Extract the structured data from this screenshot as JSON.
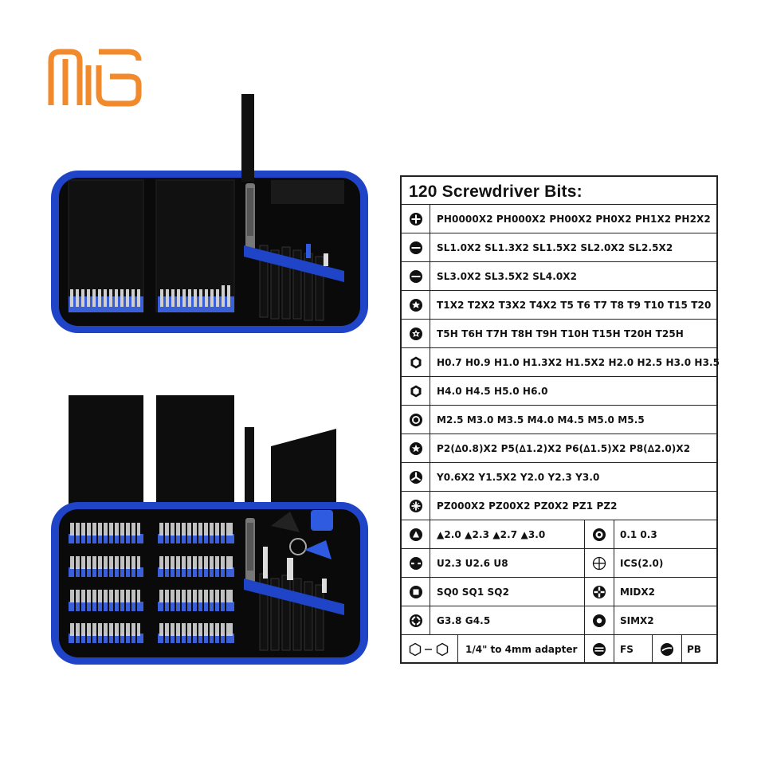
{
  "title": "120 Screwdriver Bits:",
  "rows": [
    {
      "icon": "phillips-icon",
      "text": "PH0000X2 PH000X2 PH00X2 PH0X2 PH1X2 PH2X2"
    },
    {
      "icon": "slotted-icon",
      "text": "SL1.0X2 SL1.3X2 SL1.5X2 SL2.0X2 SL2.5X2"
    },
    {
      "icon": "slotted-icon",
      "text": "SL3.0X2 SL3.5X2 SL4.0X2"
    },
    {
      "icon": "torx-icon",
      "text": "T1X2 T2X2 T3X2 T4X2 T5 T6 T7 T8 T9 T10 T15 T20"
    },
    {
      "icon": "torx-security-icon",
      "text": "T5H T6H T7H T8H T9H T10H T15H T20H T25H"
    },
    {
      "icon": "hex-icon",
      "text": "H0.7 H0.9 H1.0 H1.3X2 H1.5X2 H2.0 H2.5 H3.0 H3.5"
    },
    {
      "icon": "hex-icon",
      "text": "H4.0 H4.5 H5.0 H6.0"
    },
    {
      "icon": "hex-socket-icon",
      "text": "M2.5 M3.0 M3.5 M4.0 M4.5 M5.0 M5.5"
    },
    {
      "icon": "pentalobe-icon",
      "text": "P2(∆0.8)X2 P5(∆1.2)X2 P6(∆1.5)X2 P8(∆2.0)X2"
    },
    {
      "icon": "tri-wing-icon",
      "text": "Y0.6X2 Y1.5X2 Y2.0 Y2.3 Y3.0"
    },
    {
      "icon": "pozidriv-icon",
      "text": "PZ000X2 PZ00X2 PZ0X2 PZ1 PZ2"
    }
  ],
  "split_rows": [
    {
      "left_icon": "triangle-icon",
      "left_text": "▲2.0 ▲2.3 ▲2.7 ▲3.0",
      "right_icon": "ring-icon",
      "right_text": "0.1 0.3"
    },
    {
      "left_icon": "u-bit-icon",
      "left_text": "U2.3 U2.6 U8",
      "right_icon": "cross-outline-icon",
      "right_text": "ICS(2.0)"
    },
    {
      "left_icon": "square-icon",
      "left_text": "SQ0 SQ1 SQ2",
      "right_icon": "mid-cross-icon",
      "right_text": "MIDX2"
    },
    {
      "left_icon": "gear-icon",
      "left_text": "G3.8 G4.5",
      "right_icon": "sim-icon",
      "right_text": "SIMX2"
    }
  ],
  "last_row": {
    "adapter_icon": "hex-adapter-icon",
    "adapter_text": "1/4\" to 4mm adapter",
    "fs_icon": "fs-icon",
    "fs_text": "FS",
    "pb_icon": "pb-icon",
    "pb_text": "PB"
  },
  "colors": {
    "logo": "#f08a2c",
    "case_blue": "#1f44c8",
    "case_black": "#111111",
    "border": "#222222"
  }
}
